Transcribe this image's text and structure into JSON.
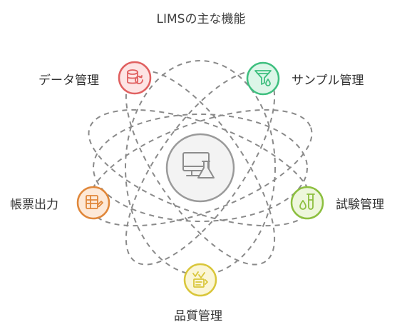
{
  "title": "LIMSの主な機能",
  "center": {
    "icon": "computer-lab-flask-icon"
  },
  "nodes": [
    {
      "id": "data",
      "label": "データ管理",
      "icon": "database-refresh-icon",
      "stroke": "#e06060",
      "fill": "#fde4e4"
    },
    {
      "id": "sample",
      "label": "サンプル管理",
      "icon": "funnel-drop-icon",
      "stroke": "#3fbf7f",
      "fill": "#dcf6e8"
    },
    {
      "id": "test",
      "label": "試験管理",
      "icon": "test-tubes-icon",
      "stroke": "#8cbf3f",
      "fill": "#eef7dc"
    },
    {
      "id": "quality",
      "label": "品質管理",
      "icon": "quality-check-icon",
      "stroke": "#d9c63a",
      "fill": "#fbf6d6"
    },
    {
      "id": "report",
      "label": "帳票出力",
      "icon": "report-table-icon",
      "stroke": "#e0873a",
      "fill": "#fde9d8"
    }
  ],
  "colors": {
    "orbit": "#8a8a8a",
    "center_stroke": "#9a9a9a",
    "center_fill": "#f3f3f3",
    "icon_gray": "#8c8c8c"
  }
}
